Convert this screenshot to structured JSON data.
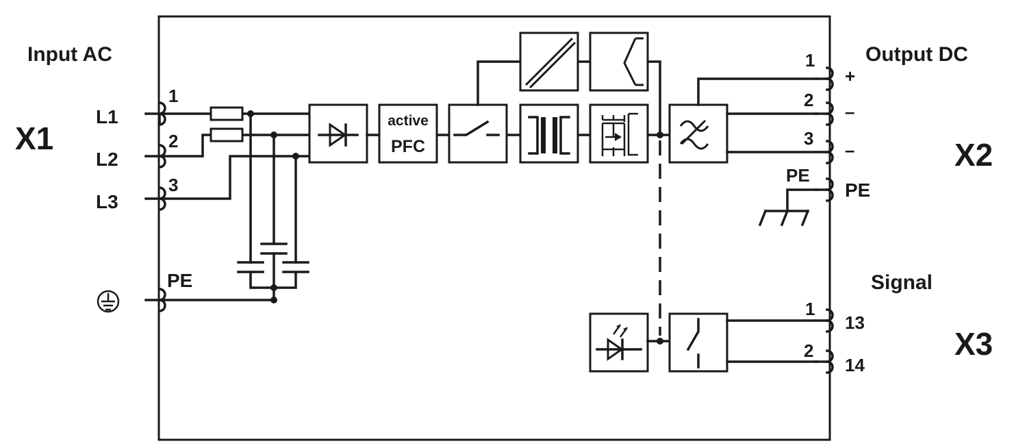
{
  "x1": {
    "connector": "X1",
    "section_title": "Input AC",
    "terminals": [
      {
        "number": "1",
        "name": "L1"
      },
      {
        "number": "2",
        "name": "L2"
      },
      {
        "number": "3",
        "name": "L3"
      },
      {
        "number": "PE",
        "name": "ground-symbol"
      }
    ]
  },
  "blocks": {
    "pfc_top": "active",
    "pfc_bottom": "PFC"
  },
  "x2": {
    "connector": "X2",
    "section_title": "Output DC",
    "terminals": [
      {
        "number": "1",
        "name": "+"
      },
      {
        "number": "2",
        "name": "–"
      },
      {
        "number": "3",
        "name": "–"
      },
      {
        "number": "PE",
        "name": "PE"
      }
    ]
  },
  "x3": {
    "connector": "X3",
    "section_title": "Signal",
    "terminals": [
      {
        "number": "1",
        "name": "13"
      },
      {
        "number": "2",
        "name": "14"
      }
    ]
  },
  "colors": {
    "line": "#1a1a1a",
    "background": "#ffffff"
  }
}
